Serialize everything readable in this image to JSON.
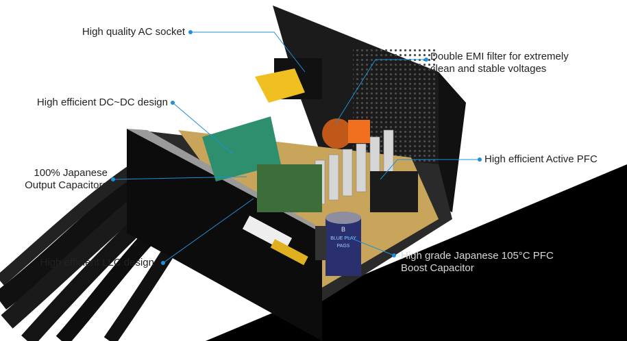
{
  "colors": {
    "leader_line": "#1e90d8",
    "dot": "#1e90d8",
    "text_light_bg": "#222222",
    "text_dark_bg": "#d8d8d8",
    "dark_band": "#000000",
    "chassis": "#1a1a1a"
  },
  "callouts": {
    "ac_socket": "High quality AC socket",
    "dcdc": "High efficient DC~DC design",
    "output_caps_line1": "100% Japanese",
    "output_caps_line2": "Output Capacitors",
    "llc": "High efficient LLC design",
    "emi_line1": "Double EMI filter for extremely",
    "emi_line2": "clean and stable voltages",
    "pfc": "High efficient Active PFC",
    "boost_line1": "High grade Japanese 105°C PFC",
    "boost_line2": "Boost Capacitor"
  },
  "product_markings": {
    "capacitor_brand": "B",
    "capacitor_sleeve": "BLUE PLAY",
    "capacitor_sub": "PAGS"
  }
}
